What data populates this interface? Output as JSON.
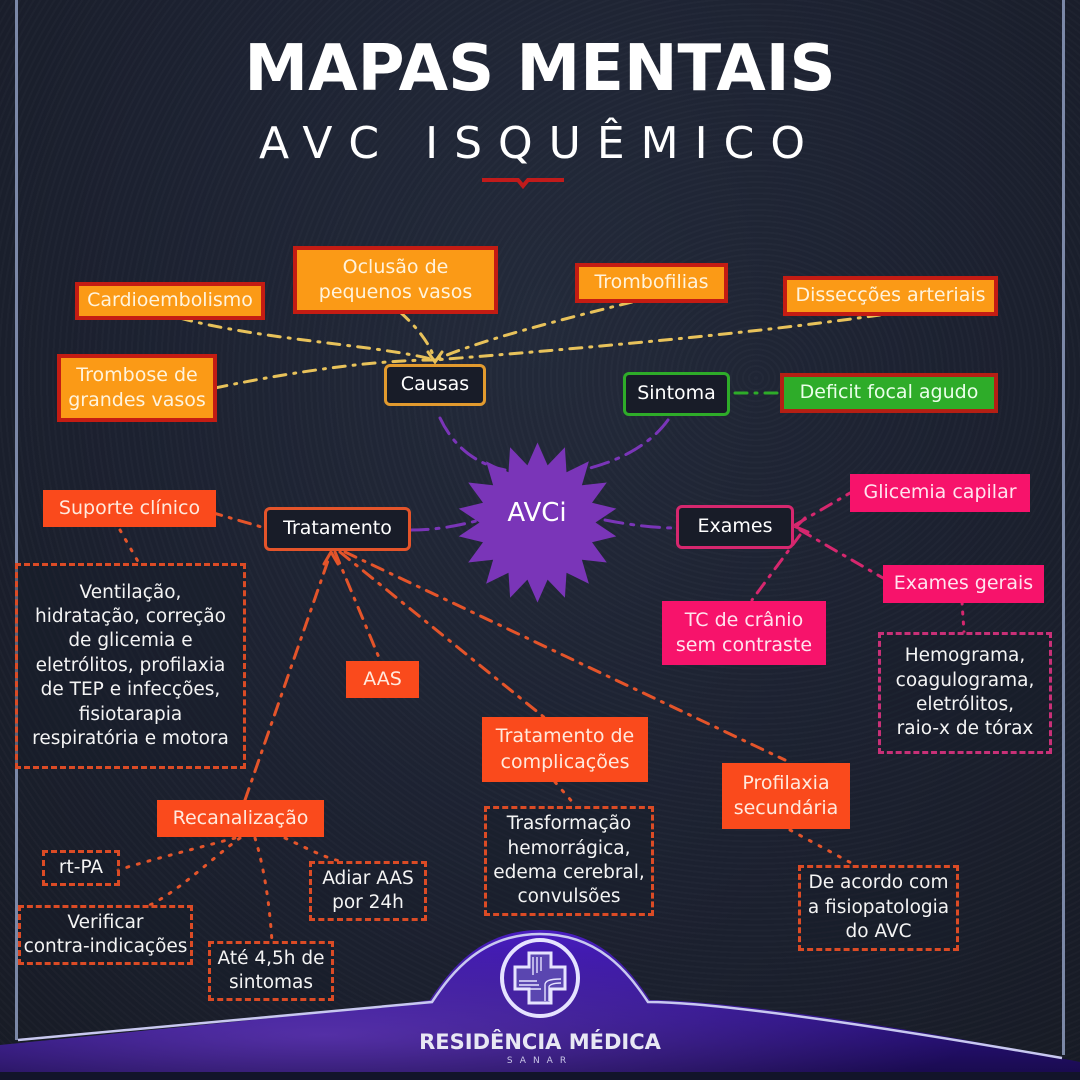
{
  "header": {
    "title": "MAPAS MENTAIS",
    "subtitle": "AVC ISQUÊMICO"
  },
  "center": {
    "label": "AVCi",
    "color": "#7a35b8"
  },
  "colors": {
    "causes": "#fb9a16",
    "causes_line": "#e8c25a",
    "symptom": "#2eac29",
    "treatment": "#fa4a1c",
    "exams": "#f7136b",
    "center": "#7a35b8",
    "background": "#1b1f2b"
  },
  "branches": {
    "causas": {
      "label": "Causas",
      "children": [
        "Cardioembolismo",
        "Oclusão de\npequenos vasos",
        "Trombofilias",
        "Dissecções arteriais",
        "Trombose de\ngrandes vasos"
      ]
    },
    "sintoma": {
      "label": "Sintoma",
      "children": [
        "Deficit focal agudo"
      ]
    },
    "tratamento": {
      "label": "Tratamento",
      "children": {
        "suporte": {
          "label": "Suporte clínico",
          "detail": "Ventilação,\nhidratação, correção\nde glicemia e\neletrólitos, profilaxia\nde TEP e infecções,\nfisiotarapia\nrespiratória e motora"
        },
        "aas": {
          "label": "AAS"
        },
        "recanalizacao": {
          "label": "Recanalização",
          "details": [
            "rt-PA",
            "Verificar\ncontra-indicações",
            "Até 4,5h de\nsintomas",
            "Adiar AAS\npor 24h"
          ]
        },
        "complicacoes": {
          "label": "Tratamento de\ncomplicações",
          "detail": "Trasformação\nhemorrágica,\nedema cerebral,\nconvulsões"
        },
        "profilaxia": {
          "label": "Profilaxia\nsecundária",
          "detail": "De acordo com\na fisiopatologia\ndo AVC"
        }
      }
    },
    "exames": {
      "label": "Exames",
      "children": {
        "glicemia": {
          "label": "Glicemia capilar"
        },
        "tc": {
          "label": "TC de crânio\nsem contraste"
        },
        "gerais": {
          "label": "Exames gerais",
          "detail": "Hemograma,\ncoagulograma,\neletrólitos,\nraio-x de tórax"
        }
      }
    }
  },
  "footer": {
    "brand": "RESIDÊNCIA MÉDICA",
    "sub": "SANAR",
    "logo_icon": "medical-cross-icon"
  }
}
